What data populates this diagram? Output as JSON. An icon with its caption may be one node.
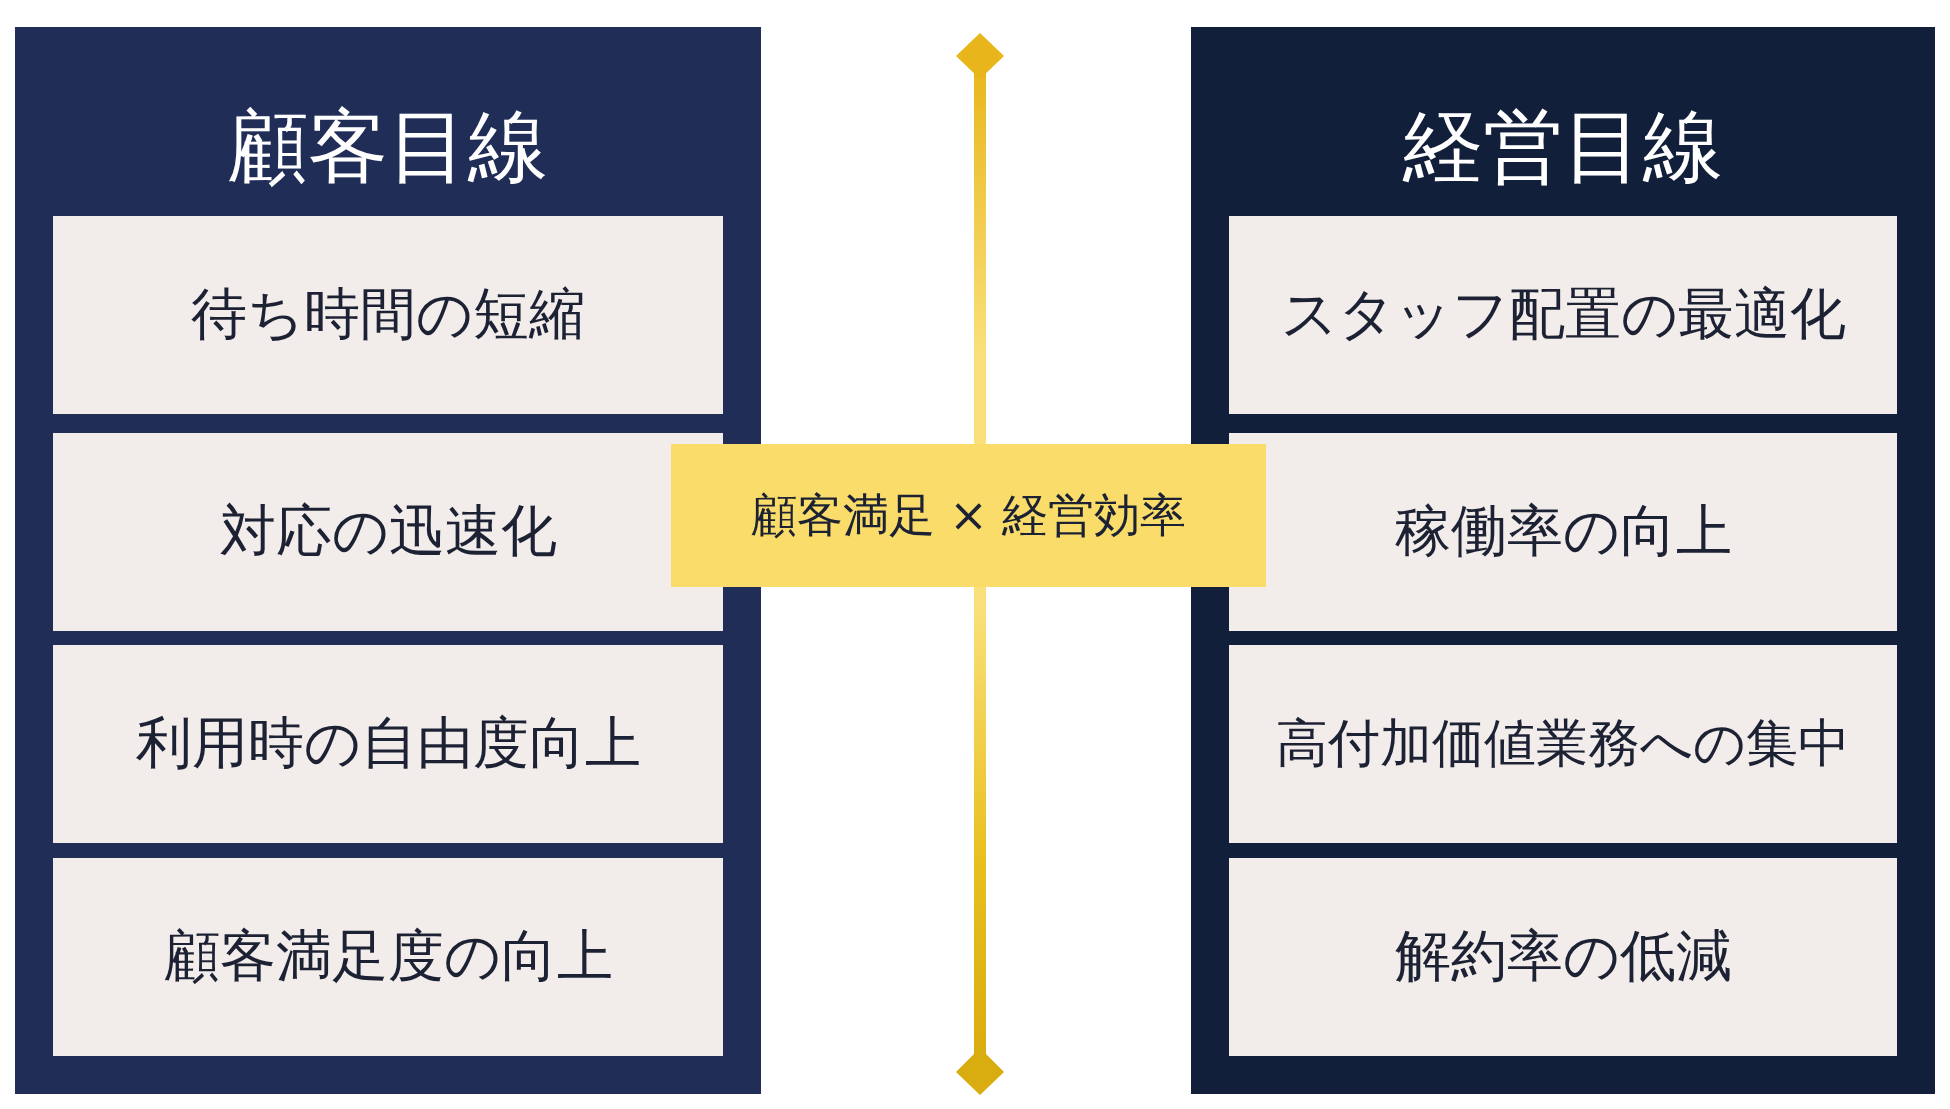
{
  "diagram": {
    "nodes": [
      {
        "text": [
          "顧客目線"
        ]
      },
      {
        "text": [
          "待ち時間の短縮"
        ],
        "in": 0
      },
      {
        "text": [
          "対応の迅速化"
        ],
        "in": 0
      },
      {
        "text": [
          "利用時の自由度向上"
        ],
        "in": 0
      },
      {
        "text": [
          "顧客満足度の向上"
        ],
        "in": 0
      },
      {
        "text": [
          "経営目線"
        ]
      },
      {
        "text": [
          "スタッフ配置の最適化"
        ],
        "in": 5
      },
      {
        "text": [
          "稼働率の向上"
        ],
        "in": 5
      },
      {
        "text": [
          "高付加価値業務への集中"
        ],
        "in": 5
      },
      {
        "text": [
          "解約率の低減"
        ],
        "in": 5
      },
      {
        "text": [
          "顧客満足 × 経営効率"
        ]
      }
    ]
  }
}
